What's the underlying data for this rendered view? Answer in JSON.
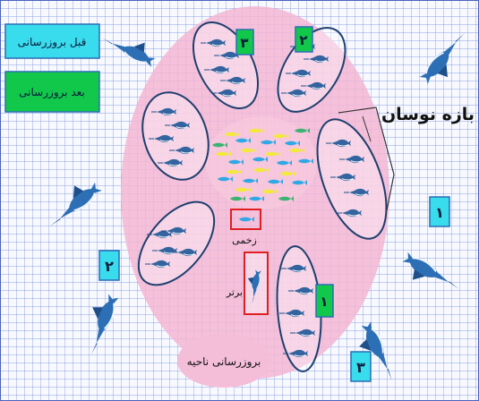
{
  "legend": {
    "before_update": "قبل بروزرسانی",
    "after_update": "بعد بروزرسانی"
  },
  "labels": {
    "oscillation_range": "بازه نوسان",
    "injured": "زخمی",
    "best": "برتر",
    "region_update": "بروزرسانی ناحیه"
  },
  "badges": {
    "group_1": "۱",
    "group_2": "۲",
    "group_3": "۳"
  },
  "colors": {
    "grid_line": "#5b74c9",
    "grid_bg": "#f7f9ff",
    "region": "#f3b6d3",
    "group_ellipse_stroke": "#1e3f6e",
    "before_box": "#39dcec",
    "after_box": "#12c84b",
    "marker_red": "#e02020",
    "fish_yellow": "#f2e93a",
    "fish_blue": "#2fa8e6",
    "fish_green": "#3cb371"
  }
}
